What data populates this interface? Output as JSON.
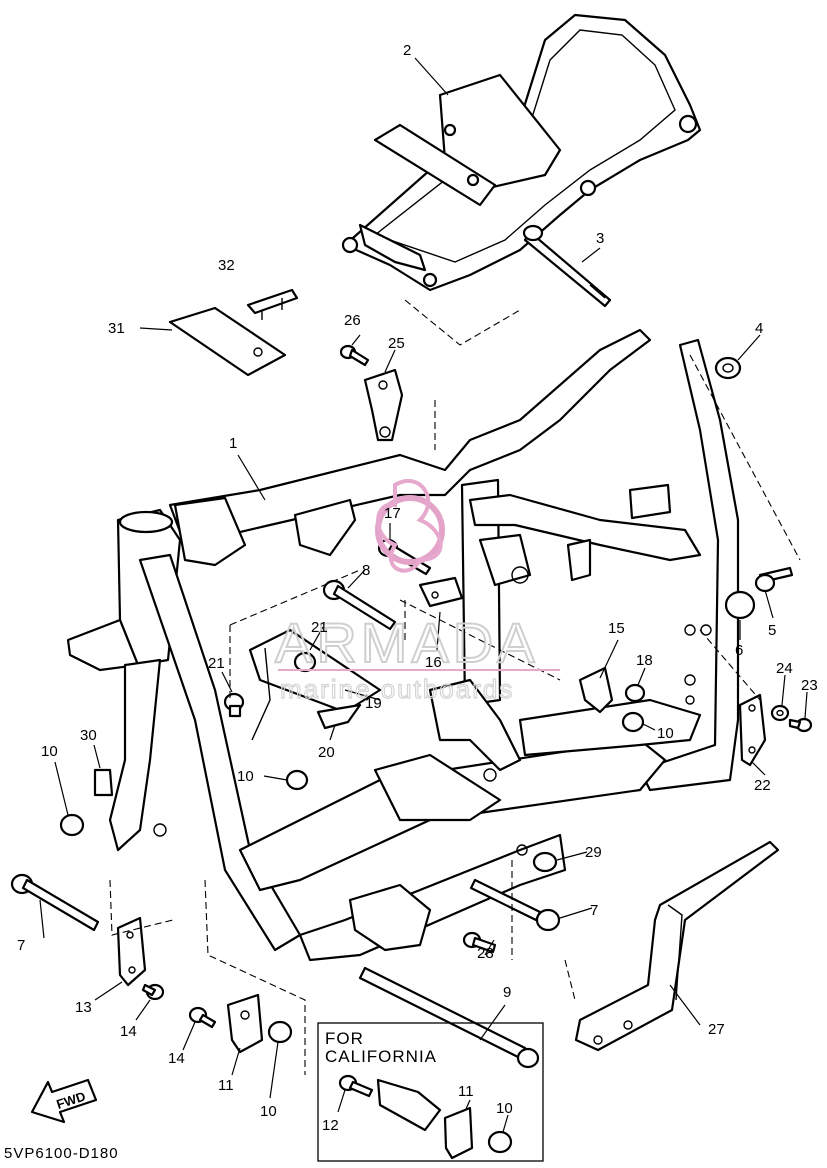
{
  "diagram": {
    "code": "5VP6100-D180",
    "fwd_label": "FWD",
    "california_box": {
      "line1": "FOR",
      "line2": "CALIFORNIA"
    },
    "watermark": {
      "brand": "ARMADA",
      "tagline": "marine outboards"
    },
    "callouts": [
      {
        "n": "1"
      },
      {
        "n": "2"
      },
      {
        "n": "3"
      },
      {
        "n": "4"
      },
      {
        "n": "5"
      },
      {
        "n": "6"
      },
      {
        "n": "7"
      },
      {
        "n": "7"
      },
      {
        "n": "8"
      },
      {
        "n": "9"
      },
      {
        "n": "10"
      },
      {
        "n": "10"
      },
      {
        "n": "10"
      },
      {
        "n": "10"
      },
      {
        "n": "10"
      },
      {
        "n": "11"
      },
      {
        "n": "11"
      },
      {
        "n": "12"
      },
      {
        "n": "13"
      },
      {
        "n": "14"
      },
      {
        "n": "14"
      },
      {
        "n": "15"
      },
      {
        "n": "16"
      },
      {
        "n": "17"
      },
      {
        "n": "18"
      },
      {
        "n": "19"
      },
      {
        "n": "20"
      },
      {
        "n": "21"
      },
      {
        "n": "21"
      },
      {
        "n": "22"
      },
      {
        "n": "23"
      },
      {
        "n": "24"
      },
      {
        "n": "25"
      },
      {
        "n": "26"
      },
      {
        "n": "27"
      },
      {
        "n": "28"
      },
      {
        "n": "29"
      },
      {
        "n": "30"
      },
      {
        "n": "31"
      },
      {
        "n": "32"
      }
    ]
  }
}
